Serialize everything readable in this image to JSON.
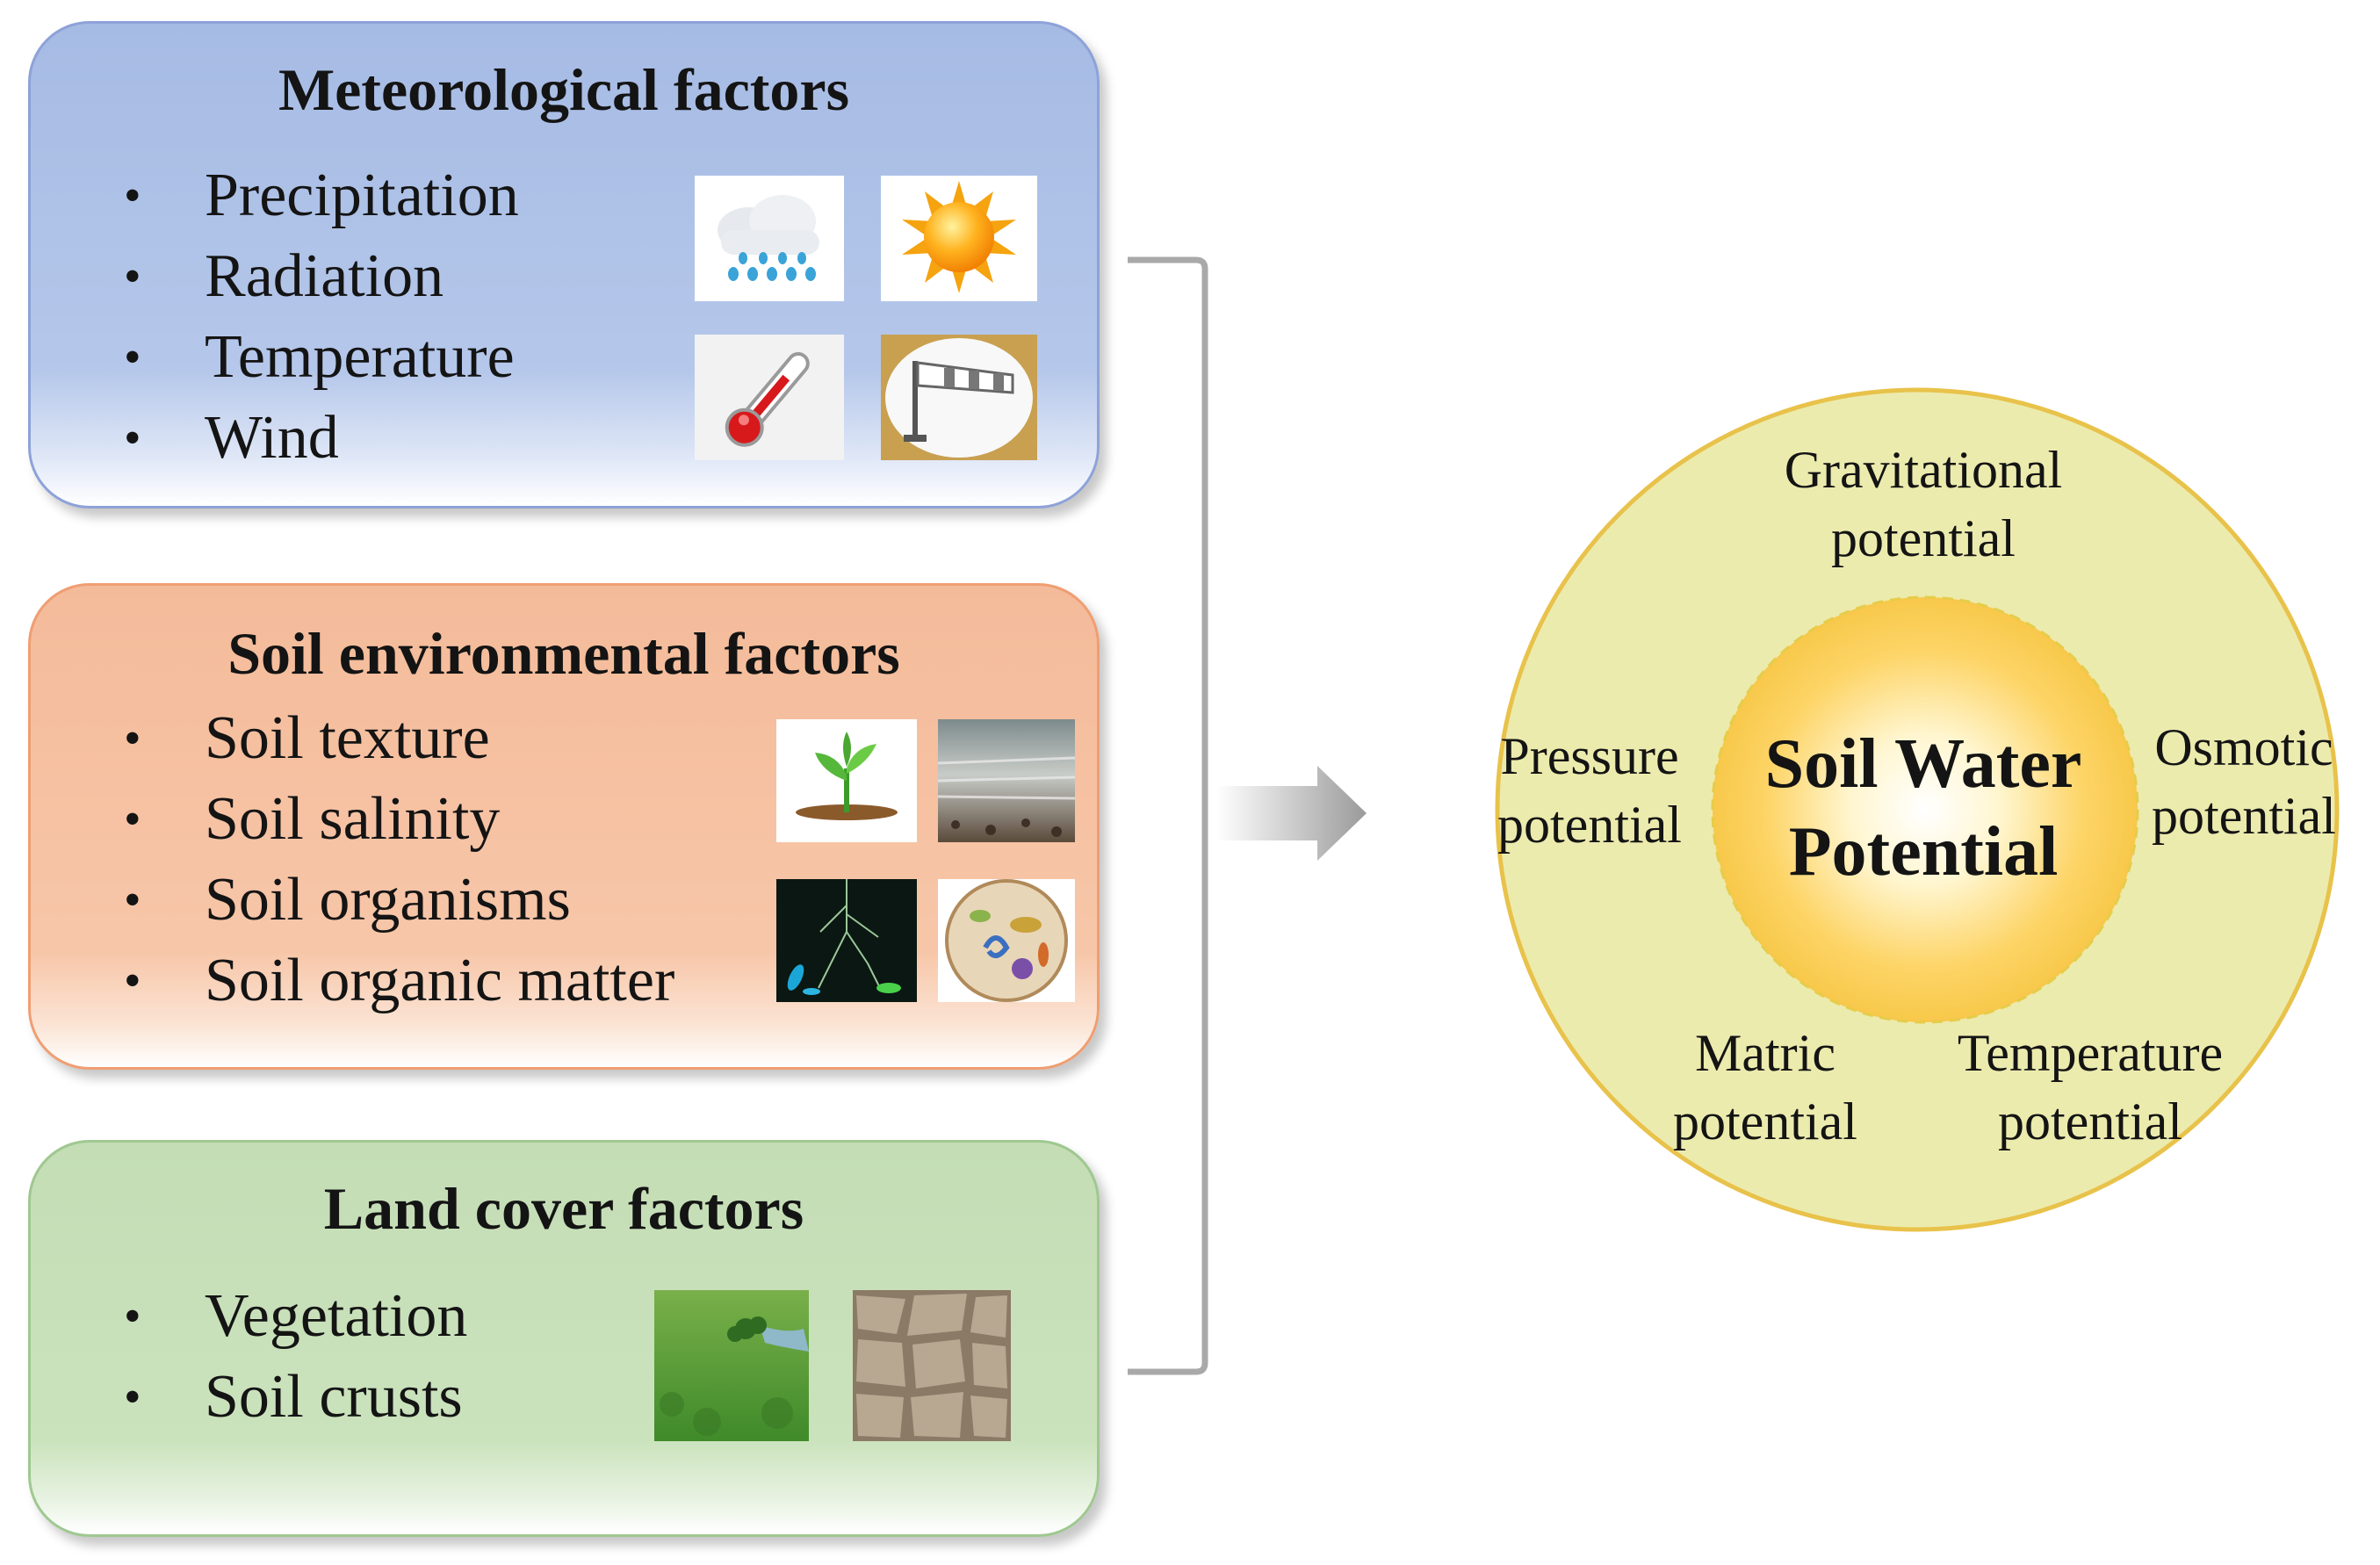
{
  "panels": {
    "meteorological": {
      "title": "Meteorological factors",
      "items": [
        "Precipitation",
        "Radiation",
        "Temperature",
        "Wind"
      ],
      "icons": [
        "rain-cloud-icon",
        "sun-icon",
        "thermometer-icon",
        "windsock-icon"
      ]
    },
    "soil": {
      "title": "Soil environmental factors",
      "items": [
        "Soil texture",
        "Soil salinity",
        "Soil organisms",
        "Soil organic matter"
      ],
      "icons": [
        "seedling-icon",
        "salty-soil-photo",
        "roots-microbes-photo",
        "soil-microorganisms-photo"
      ]
    },
    "land": {
      "title": "Land cover factors",
      "items": [
        "Vegetation",
        "Soil crusts"
      ],
      "icons": [
        "grassland-photo",
        "cracked-crust-photo"
      ]
    }
  },
  "bullet_symbol": "•",
  "potential": {
    "center": [
      "Soil Water",
      "Potential"
    ],
    "labels": {
      "gravitational": [
        "Gravitational",
        "potential"
      ],
      "pressure": [
        "Pressure",
        "potential"
      ],
      "osmotic": [
        "Osmotic",
        "potential"
      ],
      "matric": [
        "Matric",
        "potential"
      ],
      "temperature": [
        "Temperature",
        "potential"
      ]
    }
  },
  "colors": {
    "met_fill": "#a6bbe4",
    "soil_fill": "#f4bb9a",
    "land_fill": "#c4ddb5",
    "circle_fill": "#ecebae",
    "circle_border": "#e8c24a",
    "core_glow": "#fdd05c",
    "arrow": "#9e9e9e",
    "bracket": "#a9a9a9"
  }
}
